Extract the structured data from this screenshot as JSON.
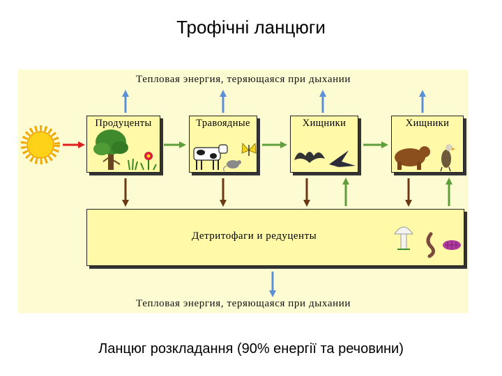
{
  "title": "Трофічні ланцюги",
  "heat_label_top": "Тепловая энергия, теряющаяся при дыхании",
  "heat_label_bottom": "Тепловая энергия, теряющаяся при дыхании",
  "levels": [
    {
      "label": "Продуценты"
    },
    {
      "label": "Травоядные"
    },
    {
      "label": "Хищники"
    },
    {
      "label": "Хищники"
    }
  ],
  "detritus_label": "Детритофаги и редуценты",
  "caption": "Ланцюг розкладання (90% енергії та речовини)",
  "colors": {
    "heat_arrow": "#5b8fd6",
    "sun_arrow": "#e02020",
    "flow_arrow": "#5e9e3c",
    "detritus_arrow": "#6b3a14",
    "box_fill": "#fff9a8",
    "panel_fill": "#fcfbd2"
  }
}
